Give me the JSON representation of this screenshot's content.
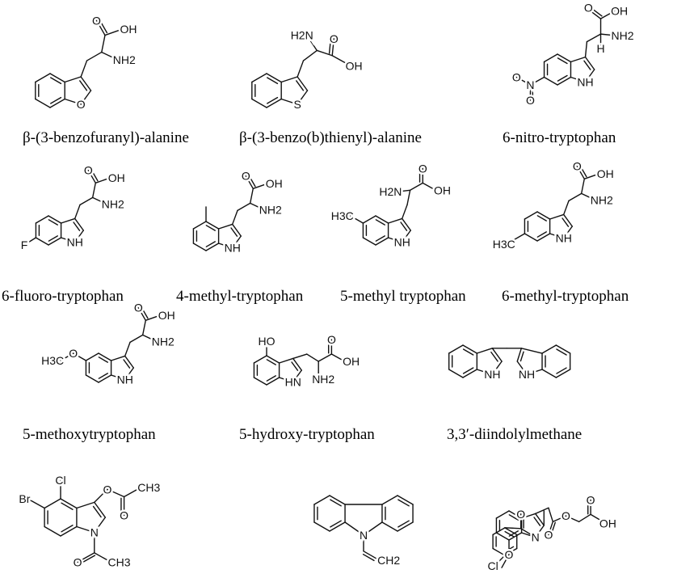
{
  "molecules": [
    {
      "name": "β-(3-benzofuranyl)-alanine",
      "atoms": [
        "O",
        "O",
        "OH",
        "NH2"
      ]
    },
    {
      "name": "β-(3-benzo(b)thienyl)-alanine",
      "atoms": [
        "S",
        "O",
        "OH",
        "H2N"
      ]
    },
    {
      "name": "6-nitro-tryptophan",
      "atoms": [
        "NH",
        "O",
        "OH",
        "NH2",
        "H",
        "N",
        "O",
        "O"
      ]
    },
    {
      "name": "6-fluoro-tryptophan",
      "atoms": [
        "NH",
        "O",
        "OH",
        "NH2",
        "F"
      ]
    },
    {
      "name": "4-methyl-tryptophan",
      "atoms": [
        "NH",
        "O",
        "OH",
        "NH2"
      ]
    },
    {
      "name": "5-methyl tryptophan",
      "atoms": [
        "NH",
        "O",
        "OH",
        "H2N",
        "H3C"
      ]
    },
    {
      "name": "6-methyl-tryptophan",
      "atoms": [
        "NH",
        "O",
        "OH",
        "NH2",
        "H3C"
      ]
    },
    {
      "name": "5-methoxytryptophan",
      "atoms": [
        "NH",
        "O",
        "OH",
        "NH2",
        "H3C",
        "O"
      ]
    },
    {
      "name": "5-hydroxy-tryptophan",
      "atoms": [
        "HN",
        "O",
        "OH",
        "NH2",
        "HO"
      ]
    },
    {
      "name": "3,3′-diindolylmethane",
      "atoms": [
        "NH",
        "NH"
      ]
    },
    {
      "name": "",
      "atoms": [
        "N",
        "Cl",
        "Br",
        "O",
        "O",
        "CH3",
        "O",
        "CH3"
      ]
    },
    {
      "name": "",
      "atoms": [
        "N",
        "CH2"
      ]
    },
    {
      "name": "",
      "atoms": [
        "N",
        "O",
        "Cl",
        "O",
        "O",
        "O",
        "OH",
        "O"
      ]
    }
  ],
  "colors": {
    "ink": "#111111",
    "red_atom": "#d04040",
    "blue_atom": "#4050c0"
  }
}
